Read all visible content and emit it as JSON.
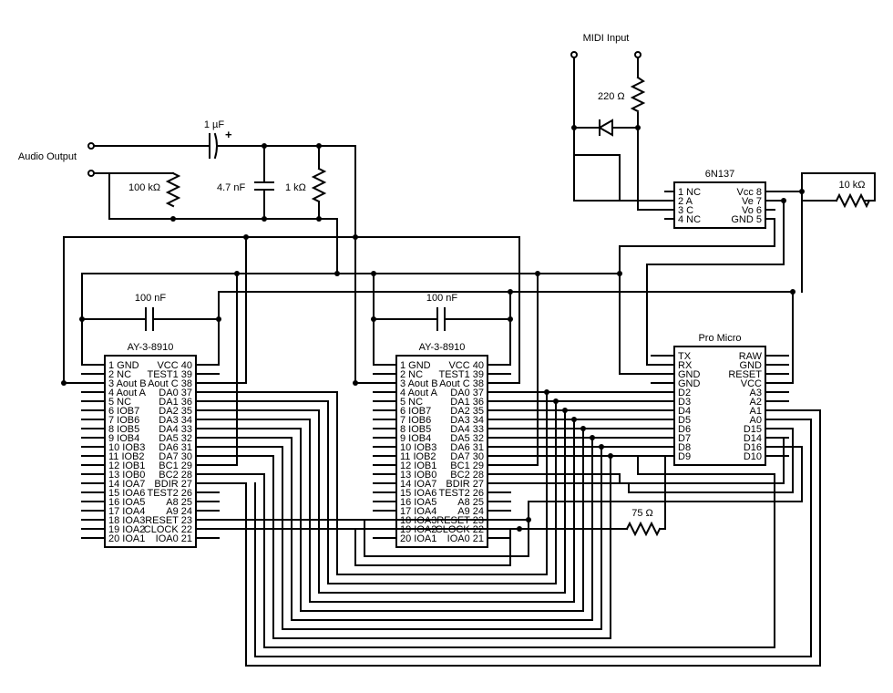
{
  "labels": {
    "midi_input": "MIDI Input",
    "audio_output": "Audio Output",
    "cap_1uf": "1 µF",
    "cap_plus": "+",
    "res_100k": "100 kΩ",
    "cap_47nf": "4.7 nF",
    "res_1k": "1 kΩ",
    "res_220": "220 Ω",
    "res_10k": "10 kΩ",
    "res_75": "75 Ω",
    "cap_100nf_a": "100 nF",
    "cap_100nf_b": "100 nF"
  },
  "chips": {
    "ay_left": {
      "title": "AY-3-8910",
      "left_pins": [
        "1 GND",
        "2 NC",
        "3 Aout B",
        "4 Aout A",
        "5 NC",
        "6 IOB7",
        "7 IOB6",
        "8 IOB5",
        "9 IOB4",
        "10 IOB3",
        "11 IOB2",
        "12 IOB1",
        "13 IOB0",
        "14 IOA7",
        "15 IOA6",
        "16 IOA5",
        "17 IOA4",
        "18 IOA3",
        "19 IOA2",
        "20 IOA1"
      ],
      "right_pins": [
        "VCC 40",
        "TEST1 39",
        "Aout C 38",
        "DA0 37",
        "DA1 36",
        "DA2 35",
        "DA3 34",
        "DA4 33",
        "DA5 32",
        "DA6 31",
        "DA7 30",
        "BC1 29",
        "BC2 28",
        "BDIR 27",
        "TEST2 26",
        "A8 25",
        "A9 24",
        "RESET 23",
        "CLOCK 22",
        "IOA0 21"
      ]
    },
    "ay_right": {
      "title": "AY-3-8910",
      "left_pins": [
        "1 GND",
        "2 NC",
        "3 Aout B",
        "4 Aout A",
        "5 NC",
        "6 IOB7",
        "7 IOB6",
        "8 IOB5",
        "9 IOB4",
        "10 IOB3",
        "11 IOB2",
        "12 IOB1",
        "13 IOB0",
        "14 IOA7",
        "15 IOA6",
        "16 IOA5",
        "17 IOA4",
        "18 IOA3",
        "19 IOA2",
        "20 IOA1"
      ],
      "right_pins": [
        "VCC 40",
        "TEST1 39",
        "Aout C 38",
        "DA0 37",
        "DA1 36",
        "DA2 35",
        "DA3 34",
        "DA4 33",
        "DA5 32",
        "DA6 31",
        "DA7 30",
        "BC1 29",
        "BC2 28",
        "BDIR 27",
        "TEST2 26",
        "A8 25",
        "A9 24",
        "RESET 23",
        "CLOCK 22",
        "IOA0 21"
      ]
    },
    "optocoupler": {
      "title": "6N137",
      "left_pins": [
        "1 NC",
        "2 A",
        "3 C",
        "4 NC"
      ],
      "right_pins": [
        "Vcc 8",
        "Ve 7",
        "Vo 6",
        "GND 5"
      ]
    },
    "pro_micro": {
      "title": "Pro Micro",
      "left_pins": [
        "TX",
        "RX",
        "GND",
        "GND",
        "D2",
        "D3",
        "D4",
        "D5",
        "D6",
        "D7",
        "D8",
        "D9"
      ],
      "right_pins": [
        "RAW",
        "GND",
        "RESET",
        "VCC",
        "A3",
        "A2",
        "A1",
        "A0",
        "D15",
        "D14",
        "D16",
        "D10"
      ]
    }
  }
}
